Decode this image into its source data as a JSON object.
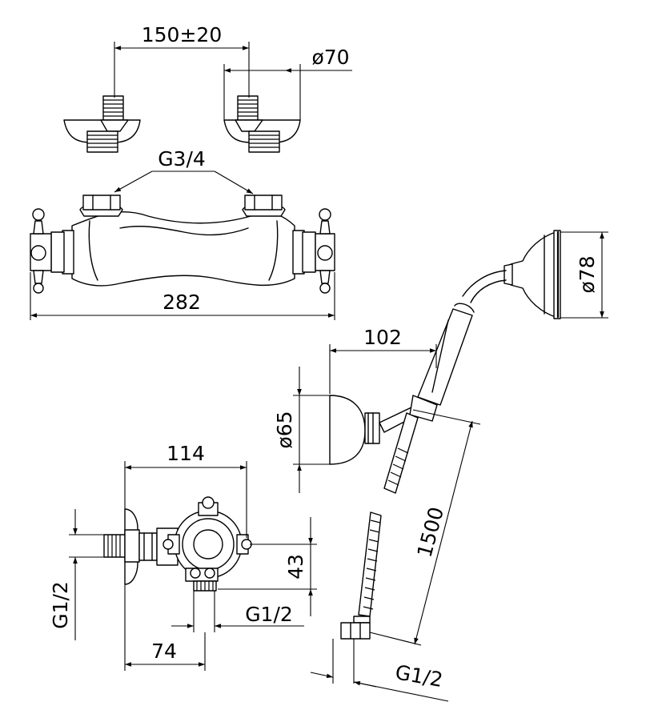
{
  "labels": {
    "wall_spacing": "150±20",
    "flange_diameter": "ø70",
    "inlet_thread": "G3/4",
    "body_length": "282",
    "handset_diameter": "ø78",
    "handset_offset": "102",
    "holder_diameter": "ø65",
    "side_width": "114",
    "side_height": "43",
    "side_inlet_thread": "G1/2",
    "outlet_thread": "G1/2",
    "side_depth": "74",
    "hose_length": "1500",
    "hose_thread": "G1/2"
  },
  "colors": {
    "line": "#000000",
    "background": "#ffffff"
  }
}
